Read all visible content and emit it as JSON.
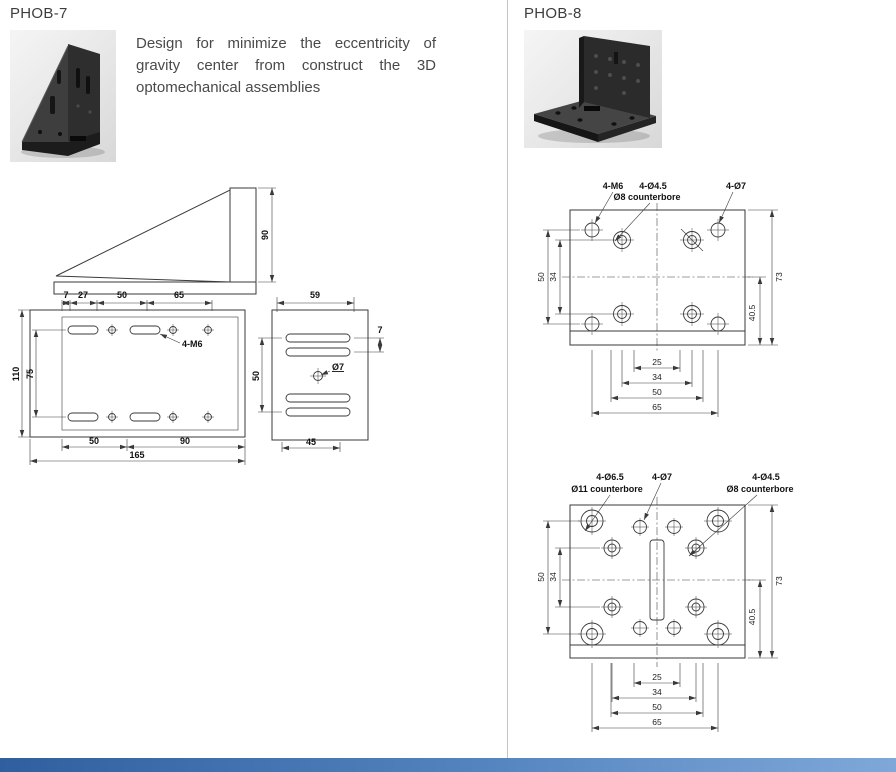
{
  "page": {
    "divider_color": "#c4c4c4",
    "footer_gradient_left": "#2f5f9e",
    "footer_gradient_right": "#7fa8d9"
  },
  "phob7": {
    "title": "PHOB-7",
    "description": "Design for minimize the eccentricity of gravity center from construct the 3D optomechanical assemblies",
    "side_view": {
      "height": "90"
    },
    "top_view": {
      "dim_7": "7",
      "dim_27": "27",
      "dim_50_top": "50",
      "dim_65": "65",
      "dim_110": "110",
      "dim_75": "75",
      "hole_label": "4-M6",
      "dim_50_bottom": "50",
      "dim_90_bottom": "90",
      "dim_165": "165"
    },
    "end_view": {
      "dim_59": "59",
      "dim_7": "7",
      "dim_50": "50",
      "hole_label": "Ø7",
      "dim_45": "45"
    }
  },
  "phob8": {
    "title": "PHOB-8",
    "face_view": {
      "label_m6": "4-M6",
      "label_c45": "4-Ø4.5",
      "label_c45_sub": "Ø8 counterbore",
      "label_d7": "4-Ø7",
      "dim_50": "50",
      "dim_34": "34",
      "dim_73": "73",
      "dim_405": "40.5",
      "dim_25": "25",
      "dim_34b": "34",
      "dim_50b": "50",
      "dim_65": "65"
    },
    "base_view": {
      "label_c65": "4-Ø6.5",
      "label_c65_sub": "Ø11 counterbore",
      "label_d7": "4-Ø7",
      "label_c45": "4-Ø4.5",
      "label_c45_sub": "Ø8 counterbore",
      "dim_50": "50",
      "dim_34": "34",
      "dim_73": "73",
      "dim_405": "40.5",
      "dim_25": "25",
      "dim_34b": "34",
      "dim_50b": "50",
      "dim_65": "65"
    }
  }
}
